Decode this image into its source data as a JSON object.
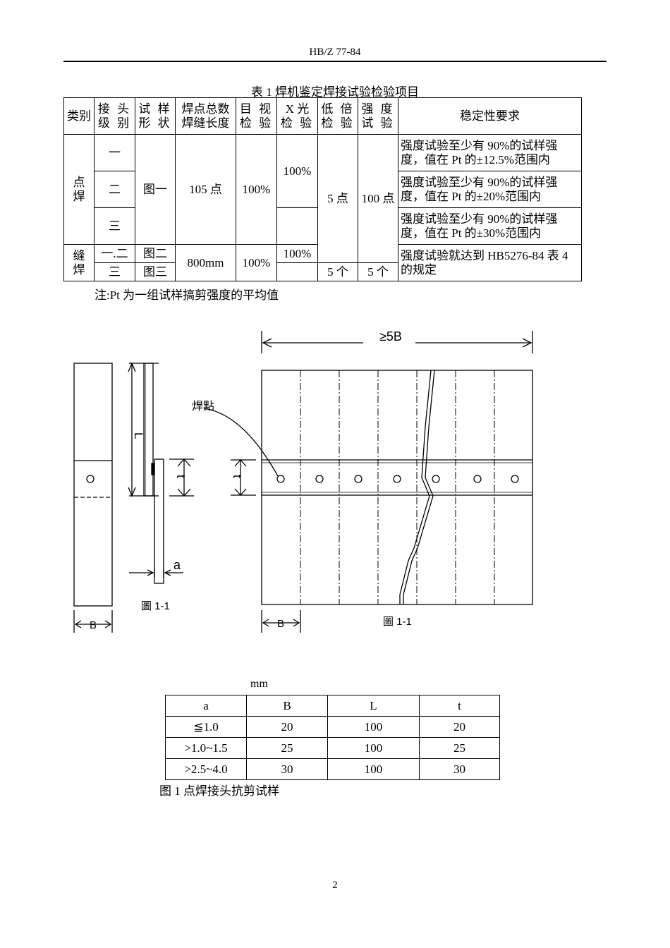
{
  "header": {
    "doc_code": "HB/Z    77-84"
  },
  "table1": {
    "caption": "表 1 焊机鉴定焊接试验检验项目",
    "headers": {
      "category": "类别",
      "joint_level_1": "接 头",
      "joint_level_2": "级 别",
      "shape_1": "试 样",
      "shape_2": "形 状",
      "total_1": "焊点总数",
      "total_2": "焊缝长度",
      "visual_1": "目 视",
      "visual_2": "检 验",
      "xray_1": "X 光",
      "xray_2": "检 验",
      "lowmag_1": "低 倍",
      "lowmag_2": "检 验",
      "strength_1": "强 度",
      "strength_2": "试 验",
      "stability": "稳定性要求"
    },
    "spot": {
      "category_1": "点",
      "category_2": "焊",
      "levels": [
        "一",
        "二",
        "三"
      ],
      "shape": "图一",
      "total": "105 点",
      "visual": "100%",
      "xray": "100%",
      "lowmag": "5 点",
      "strength": "100 点",
      "requirements": [
        "强度试验至少有 90%的试样强度，值在 Pt 的±12.5%范围内",
        "强度试验至少有 90%的试样强度，值在 Pt 的±20%范围内",
        "强度试验至少有 90%的试样强度，值在 Pt 的±30%范围内"
      ]
    },
    "seam": {
      "category_1": "缝",
      "category_2": "焊",
      "levels": [
        "一.二",
        "三"
      ],
      "shapes": [
        "图二",
        "图三"
      ],
      "total": "800mm",
      "visual": "100%",
      "xray": "100%",
      "lowmag": "5 个",
      "strength": "5 个",
      "requirement": "强度试验就达到 HB5276-84 表 4 的规定"
    },
    "note": "注:Pt 为一组试样搞剪强度的平均值"
  },
  "drawing": {
    "label_weld_point": "焊點",
    "label_width": "≥5B",
    "label_L": "L",
    "label_t": "t",
    "label_a": "a",
    "label_B": "B",
    "fig_label": "圖 1-1"
  },
  "table2": {
    "unit": "mm",
    "columns": [
      "a",
      "B",
      "L",
      "t"
    ],
    "rows": [
      [
        "≦1.0",
        "20",
        "100",
        "20"
      ],
      [
        ">1.0~1.5",
        "25",
        "100",
        "25"
      ],
      [
        ">2.5~4.0",
        "30",
        "100",
        "30"
      ]
    ]
  },
  "figure_caption": "图 1    点焊接头抗剪试样",
  "page_number": "2"
}
